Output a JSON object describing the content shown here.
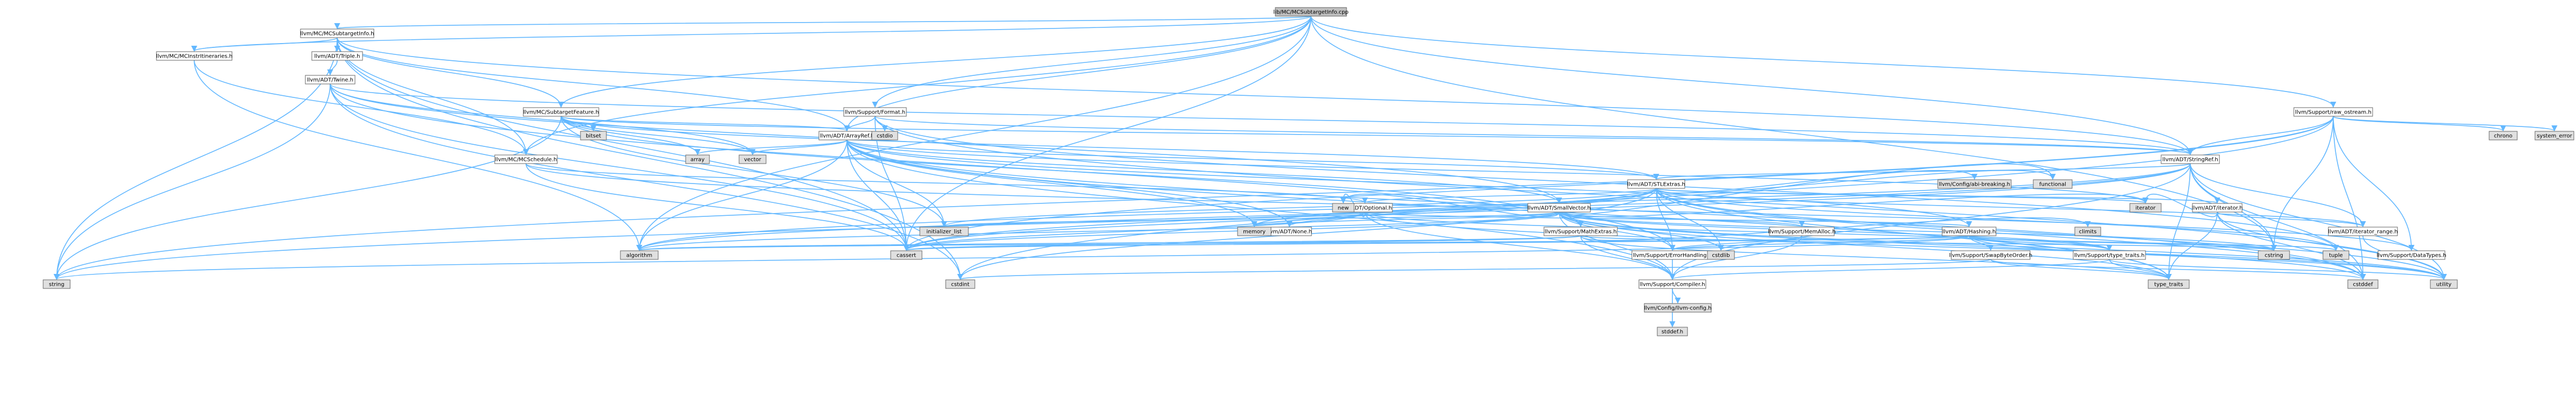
{
  "graph": {
    "colors": {
      "normal_fill": "#ffffff",
      "root_fill": "#bfbfbf",
      "system_fill": "#e0e0e0",
      "missing_border": "#ff0000",
      "edge": "#63b8ff",
      "border": "#666666"
    },
    "nodes": [
      {
        "id": "root",
        "label": "lib/MC/MCSubtargetInfo.cpp",
        "kind": "root"
      },
      {
        "id": "mcsti",
        "label": "llvm/MC/MCSubtargetInfo.h",
        "kind": "normal"
      },
      {
        "id": "mcinstr",
        "label": "llvm/MC/MCInstrItineraries.h",
        "kind": "normal"
      },
      {
        "id": "triple",
        "label": "llvm/ADT/Triple.h",
        "kind": "normal"
      },
      {
        "id": "twine",
        "label": "llvm/ADT/Twine.h",
        "kind": "normal"
      },
      {
        "id": "mcsf",
        "label": "llvm/MC/SubtargetFeature.h",
        "kind": "normal"
      },
      {
        "id": "format",
        "label": "llvm/Support/Format.h",
        "kind": "normal"
      },
      {
        "id": "rawos",
        "label": "llvm/Support/raw_ostream.h",
        "kind": "normal"
      },
      {
        "id": "arrayref",
        "label": "llvm/ADT/ArrayRef.h",
        "kind": "normal"
      },
      {
        "id": "mcsched",
        "label": "llvm/MC/MCSchedule.h",
        "kind": "normal"
      },
      {
        "id": "stringref",
        "label": "llvm/ADT/StringRef.h",
        "kind": "normal"
      },
      {
        "id": "stlextras",
        "label": "llvm/ADT/STLExtras.h",
        "kind": "normal"
      },
      {
        "id": "optional",
        "label": "llvm/ADT/Optional.h",
        "kind": "normal"
      },
      {
        "id": "smallvec",
        "label": "llvm/ADT/SmallVector.h",
        "kind": "normal"
      },
      {
        "id": "iterator",
        "label": "llvm/ADT/iterator.h",
        "kind": "normal"
      },
      {
        "id": "iterrange",
        "label": "llvm/ADT/iterator_range.h",
        "kind": "normal"
      },
      {
        "id": "none",
        "label": "llvm/ADT/None.h",
        "kind": "normal"
      },
      {
        "id": "mathextras",
        "label": "llvm/Support/MathExtras.h",
        "kind": "missing"
      },
      {
        "id": "memalloc",
        "label": "llvm/Support/MemAlloc.h",
        "kind": "normal"
      },
      {
        "id": "hashing",
        "label": "llvm/ADT/Hashing.h",
        "kind": "normal"
      },
      {
        "id": "errhandling",
        "label": "llvm/Support/ErrorHandling.h",
        "kind": "normal"
      },
      {
        "id": "swapbyte",
        "label": "llvm/Support/SwapByteOrder.h",
        "kind": "missing"
      },
      {
        "id": "typetraits",
        "label": "llvm/Support/type_traits.h",
        "kind": "normal"
      },
      {
        "id": "datatypes",
        "label": "llvm/Support/DataTypes.h",
        "kind": "missing"
      },
      {
        "id": "compiler",
        "label": "llvm/Support/Compiler.h",
        "kind": "normal"
      },
      {
        "id": "llvmconfig",
        "label": "llvm/Config/llvm-config.h",
        "kind": "system"
      },
      {
        "id": "abibreak",
        "label": "llvm/Config/abi-breaking.h",
        "kind": "system"
      },
      {
        "id": "algorithm",
        "label": "algorithm",
        "kind": "system"
      },
      {
        "id": "cassert",
        "label": "cassert",
        "kind": "system"
      },
      {
        "id": "cstdint",
        "label": "cstdint",
        "kind": "system"
      },
      {
        "id": "string",
        "label": "string",
        "kind": "system"
      },
      {
        "id": "vector",
        "label": "vector",
        "kind": "system"
      },
      {
        "id": "bitset",
        "label": "bitset",
        "kind": "system"
      },
      {
        "id": "array",
        "label": "array",
        "kind": "system"
      },
      {
        "id": "cstdio",
        "label": "cstdio",
        "kind": "system"
      },
      {
        "id": "chrono",
        "label": "chrono",
        "kind": "system"
      },
      {
        "id": "syserror",
        "label": "system_error",
        "kind": "system"
      },
      {
        "id": "initlist",
        "label": "initializer_list",
        "kind": "system"
      },
      {
        "id": "memory",
        "label": "memory",
        "kind": "system"
      },
      {
        "id": "new",
        "label": "new",
        "kind": "system"
      },
      {
        "id": "functional",
        "label": "functional",
        "kind": "system"
      },
      {
        "id": "iteratorh",
        "label": "iterator",
        "kind": "system"
      },
      {
        "id": "cstdlib",
        "label": "cstdlib",
        "kind": "system"
      },
      {
        "id": "climits",
        "label": "climits",
        "kind": "system"
      },
      {
        "id": "tuple",
        "label": "tuple",
        "kind": "system"
      },
      {
        "id": "cstring",
        "label": "cstring",
        "kind": "system"
      },
      {
        "id": "cstddef",
        "label": "cstddef",
        "kind": "system"
      },
      {
        "id": "utility",
        "label": "utility",
        "kind": "system"
      },
      {
        "id": "typetraitsstd",
        "label": "type_traits",
        "kind": "system"
      },
      {
        "id": "stddefh",
        "label": "stddef.h",
        "kind": "system"
      }
    ],
    "edges": [
      [
        "root",
        "mcsti"
      ],
      [
        "root",
        "mcinstr"
      ],
      [
        "root",
        "mcsched"
      ],
      [
        "root",
        "mcsf"
      ],
      [
        "root",
        "arrayref"
      ],
      [
        "root",
        "stringref"
      ],
      [
        "root",
        "format"
      ],
      [
        "root",
        "rawos"
      ],
      [
        "root",
        "algorithm"
      ],
      [
        "root",
        "cassert"
      ],
      [
        "root",
        "cstring"
      ],
      [
        "mcsti",
        "triple"
      ],
      [
        "mcsti",
        "mcinstr"
      ],
      [
        "mcsti",
        "mcsched"
      ],
      [
        "mcsti",
        "mcsf"
      ],
      [
        "mcsti",
        "arrayref"
      ],
      [
        "mcsti",
        "stringref"
      ],
      [
        "mcsti",
        "cassert"
      ],
      [
        "mcsti",
        "cstdint"
      ],
      [
        "mcsti",
        "string"
      ],
      [
        "mcinstr",
        "mcsched"
      ],
      [
        "mcinstr",
        "algorithm"
      ],
      [
        "triple",
        "twine"
      ],
      [
        "twine",
        "smallvec"
      ],
      [
        "twine",
        "stringref"
      ],
      [
        "twine",
        "errhandling"
      ],
      [
        "twine",
        "cassert"
      ],
      [
        "twine",
        "cstdint"
      ],
      [
        "twine",
        "string"
      ],
      [
        "twine",
        "vector"
      ],
      [
        "mcsf",
        "stlextras"
      ],
      [
        "mcsf",
        "stringref"
      ],
      [
        "mcsf",
        "mathextras"
      ],
      [
        "mcsf",
        "arrayref"
      ],
      [
        "mcsf",
        "array"
      ],
      [
        "mcsf",
        "bitset"
      ],
      [
        "mcsf",
        "initlist"
      ],
      [
        "mcsf",
        "string"
      ],
      [
        "mcsf",
        "vector"
      ],
      [
        "format",
        "arrayref"
      ],
      [
        "format",
        "stringref"
      ],
      [
        "format",
        "cassert"
      ],
      [
        "format",
        "cstdio"
      ],
      [
        "format",
        "tuple"
      ],
      [
        "format",
        "utility"
      ],
      [
        "rawos",
        "stringref"
      ],
      [
        "rawos",
        "datatypes"
      ],
      [
        "rawos",
        "cassert"
      ],
      [
        "rawos",
        "chrono"
      ],
      [
        "rawos",
        "cstddef"
      ],
      [
        "rawos",
        "cstdint"
      ],
      [
        "rawos",
        "cstring"
      ],
      [
        "rawos",
        "string"
      ],
      [
        "rawos",
        "syserror"
      ],
      [
        "rawos",
        "type_traits"
      ],
      [
        "arrayref",
        "hashing"
      ],
      [
        "arrayref",
        "none"
      ],
      [
        "arrayref",
        "smallvec"
      ],
      [
        "arrayref",
        "stlextras"
      ],
      [
        "arrayref",
        "compiler"
      ],
      [
        "arrayref",
        "algorithm"
      ],
      [
        "arrayref",
        "array"
      ],
      [
        "arrayref",
        "cassert"
      ],
      [
        "arrayref",
        "cstddef"
      ],
      [
        "arrayref",
        "initlist"
      ],
      [
        "arrayref",
        "iteratorh"
      ],
      [
        "arrayref",
        "memory"
      ],
      [
        "arrayref",
        "typetraitsstd"
      ],
      [
        "arrayref",
        "vector"
      ],
      [
        "mcsched",
        "optional"
      ],
      [
        "mcsched",
        "datatypes"
      ],
      [
        "mcsched",
        "cassert"
      ],
      [
        "stringref",
        "stlextras"
      ],
      [
        "stringref",
        "iterrange"
      ],
      [
        "stringref",
        "compiler"
      ],
      [
        "stringref",
        "algorithm"
      ],
      [
        "stringref",
        "cassert"
      ],
      [
        "stringref",
        "cstddef"
      ],
      [
        "stringref",
        "cstring"
      ],
      [
        "stringref",
        "limits"
      ],
      [
        "stringref",
        "string"
      ],
      [
        "stringref",
        "typetraitsstd"
      ],
      [
        "stringref",
        "utility"
      ],
      [
        "stlextras",
        "optional"
      ],
      [
        "stlextras",
        "iterator"
      ],
      [
        "stlextras",
        "iterrange"
      ],
      [
        "stlextras",
        "errhandling"
      ],
      [
        "stlextras",
        "abibreak"
      ],
      [
        "stlextras",
        "algorithm"
      ],
      [
        "stlextras",
        "cassert"
      ],
      [
        "stlextras",
        "cstddef"
      ],
      [
        "stlextras",
        "cstdint"
      ],
      [
        "stlextras",
        "cstdlib"
      ],
      [
        "stlextras",
        "functional"
      ],
      [
        "stlextras",
        "initlist"
      ],
      [
        "stlextras",
        "iteratorh"
      ],
      [
        "stlextras",
        "limits"
      ],
      [
        "stlextras",
        "memory"
      ],
      [
        "stlextras",
        "tuple"
      ],
      [
        "stlextras",
        "typetraitsstd"
      ],
      [
        "stlextras",
        "utility"
      ],
      [
        "optional",
        "hashing"
      ],
      [
        "optional",
        "none"
      ],
      [
        "optional",
        "compiler"
      ],
      [
        "optional",
        "typetraits"
      ],
      [
        "optional",
        "cassert"
      ],
      [
        "optional",
        "memory"
      ],
      [
        "optional",
        "new"
      ],
      [
        "optional",
        "utility"
      ],
      [
        "smallvec",
        "compiler"
      ],
      [
        "smallvec",
        "errhandling"
      ],
      [
        "smallvec",
        "mathextras"
      ],
      [
        "smallvec",
        "memalloc"
      ],
      [
        "smallvec",
        "typetraits"
      ],
      [
        "smallvec",
        "algorithm"
      ],
      [
        "smallvec",
        "cassert"
      ],
      [
        "smallvec",
        "cstddef"
      ],
      [
        "smallvec",
        "cstdlib"
      ],
      [
        "smallvec",
        "cstring"
      ],
      [
        "smallvec",
        "functional"
      ],
      [
        "smallvec",
        "initlist"
      ],
      [
        "smallvec",
        "iteratorh"
      ],
      [
        "smallvec",
        "limits"
      ],
      [
        "smallvec",
        "memory"
      ],
      [
        "smallvec",
        "new"
      ],
      [
        "smallvec",
        "typetraitsstd"
      ],
      [
        "smallvec",
        "utility"
      ],
      [
        "iterator",
        "iterrange"
      ],
      [
        "iterator",
        "cstddef"
      ],
      [
        "iterator",
        "iteratorh"
      ],
      [
        "iterator",
        "typetraitsstd"
      ],
      [
        "iterator",
        "utility"
      ],
      [
        "iterrange",
        "utility"
      ],
      [
        "mathextras",
        "compiler"
      ],
      [
        "mathextras",
        "algorithm"
      ],
      [
        "mathextras",
        "cassert"
      ],
      [
        "mathextras",
        "climits"
      ],
      [
        "mathextras",
        "cstring"
      ],
      [
        "mathextras",
        "limits"
      ],
      [
        "mathextras",
        "typetraitsstd"
      ],
      [
        "memalloc",
        "compiler"
      ],
      [
        "memalloc",
        "errhandling"
      ],
      [
        "memalloc",
        "cstdlib"
      ],
      [
        "hashing",
        "errhandling"
      ],
      [
        "hashing",
        "swapbyte"
      ],
      [
        "hashing",
        "typetraits"
      ],
      [
        "hashing",
        "algorithm"
      ],
      [
        "hashing",
        "cassert"
      ],
      [
        "hashing",
        "cstring"
      ],
      [
        "hashing",
        "string"
      ],
      [
        "hashing",
        "tuple"
      ],
      [
        "hashing",
        "utility"
      ],
      [
        "errhandling",
        "compiler"
      ],
      [
        "swapbyte",
        "cstddef"
      ],
      [
        "swapbyte",
        "cstdint"
      ],
      [
        "swapbyte",
        "typetraitsstd"
      ],
      [
        "typetraits",
        "compiler"
      ],
      [
        "typetraits",
        "typetraitsstd"
      ],
      [
        "typetraits",
        "utility"
      ],
      [
        "compiler",
        "llvmconfig"
      ],
      [
        "compiler",
        "stddefh"
      ]
    ]
  }
}
